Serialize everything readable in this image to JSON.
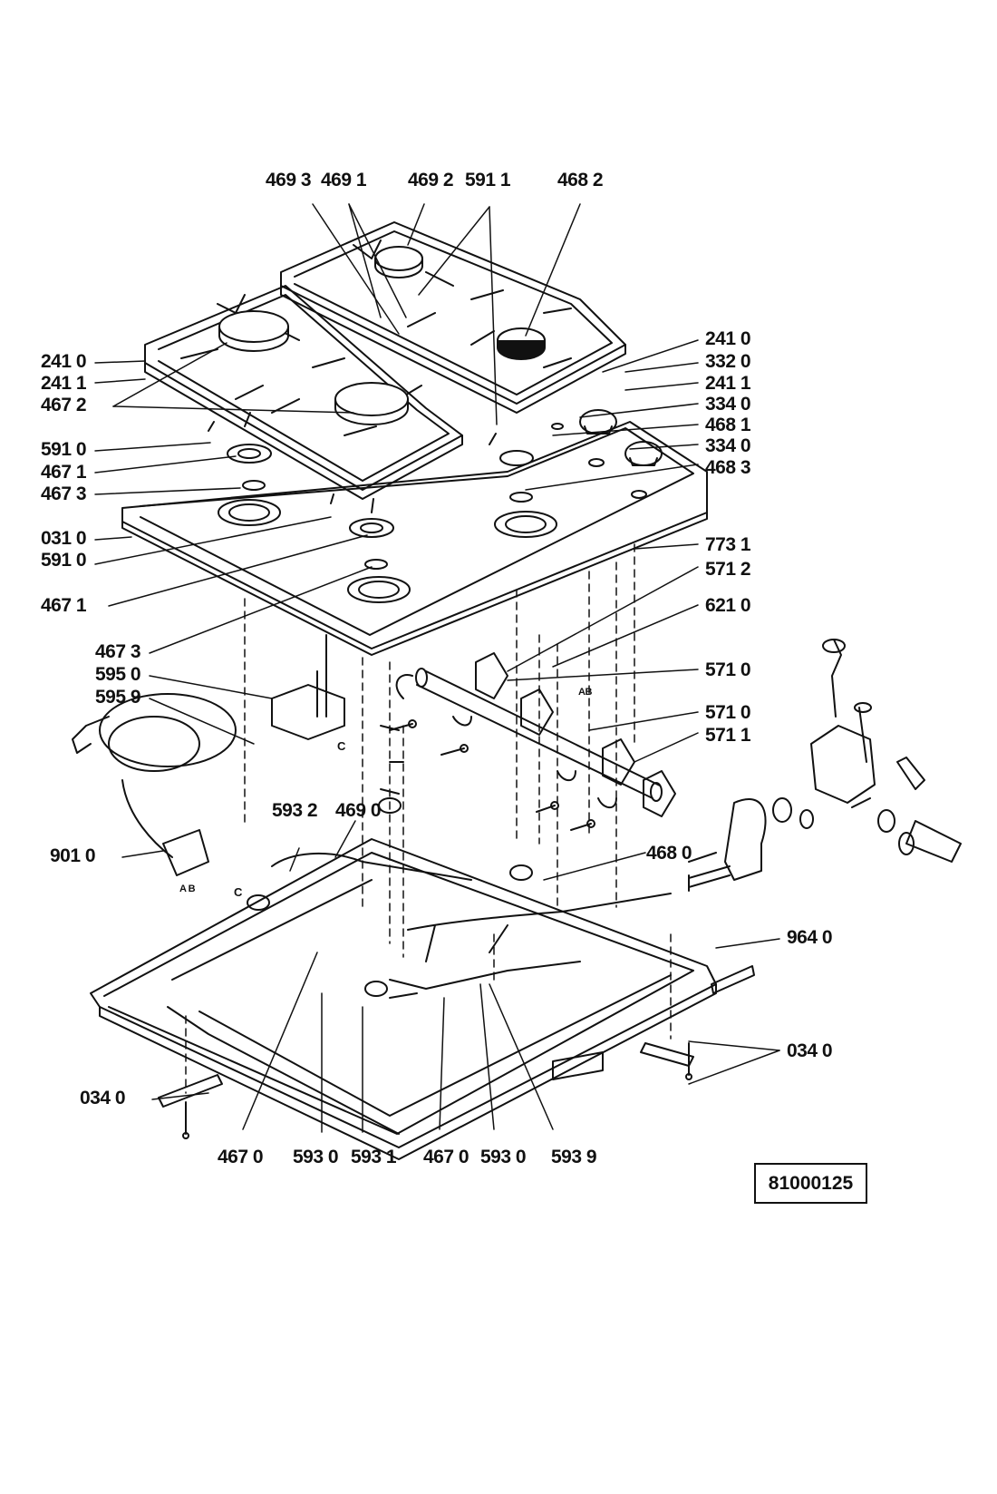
{
  "labels": {
    "l4693": "469 3",
    "l4691": "469 1",
    "l4692": "469 2",
    "l5911": "591 1",
    "l4682": "468 2",
    "l2410L": "241 0",
    "l2411L": "241 1",
    "l4672": "467 2",
    "l5910a": "591 0",
    "l4671a": "467 1",
    "l4673a": "467 3",
    "l0310": "031 0",
    "l5910b": "591 0",
    "l4671b": "467 1",
    "l4673b": "467 3",
    "l5950": "595 0",
    "l5959": "595 9",
    "l9010": "901 0",
    "l5932": "593 2",
    "l4690": "469 0",
    "l2410R": "241 0",
    "l3320": "332 0",
    "l2411R": "241 1",
    "l3340a": "334 0",
    "l4681": "468 1",
    "l3340b": "334 0",
    "l4683": "468 3",
    "l7731": "773 1",
    "l5712": "571 2",
    "l6210": "621 0",
    "l5710a": "571 0",
    "l5710b": "571 0",
    "l5711": "571 1",
    "l4680": "468 0",
    "l9640": "964 0",
    "l0340R": "034 0",
    "l0340L": "034 0",
    "l4670a": "467 0",
    "l5930a": "593 0",
    "l5931": "593 1",
    "l4670b": "467 0",
    "l5930b": "593 0",
    "l5939": "593 9"
  },
  "small_marks": {
    "c1": "C",
    "c2": "C",
    "ab": "AB",
    "ab2": "A B"
  },
  "diagram_code": "81000125"
}
